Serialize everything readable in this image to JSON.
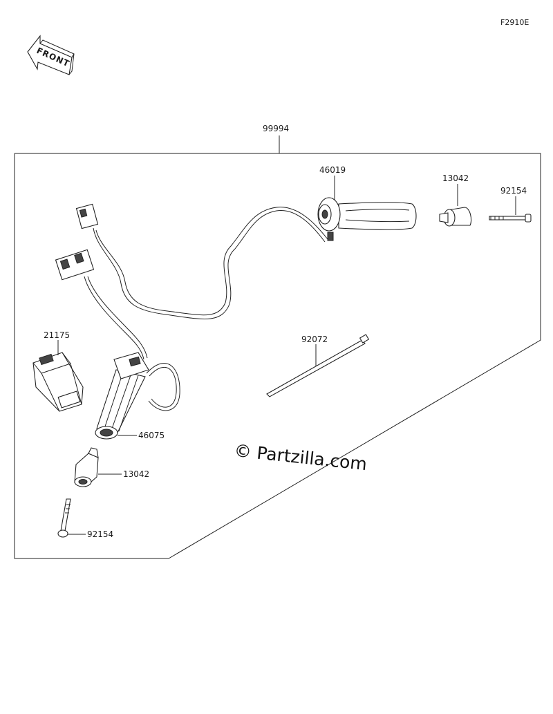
{
  "figure_code": "F2910E",
  "front_label": "FRONT",
  "watermark": "© Partzilla.com",
  "parts": {
    "kit": "99994",
    "grip_right": "46019",
    "weight_right": "13042",
    "bolt_right": "92154",
    "tie": "92072",
    "controller": "21175",
    "grip_left": "46075",
    "weight_left": "13042",
    "bolt_left": "92154"
  }
}
